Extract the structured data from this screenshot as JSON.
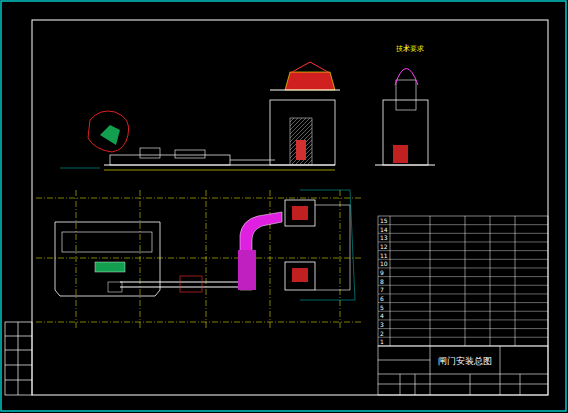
{
  "diagram": {
    "nodes": [
      {
        "text": [
          "闸门安装总图"
        ]
      }
    ],
    "labels": [
      "技术要求",
      "15",
      "14",
      "13",
      "12",
      "11",
      "10",
      "9",
      "8",
      "7",
      "6",
      "5",
      "4",
      "3",
      "2",
      "1"
    ]
  }
}
